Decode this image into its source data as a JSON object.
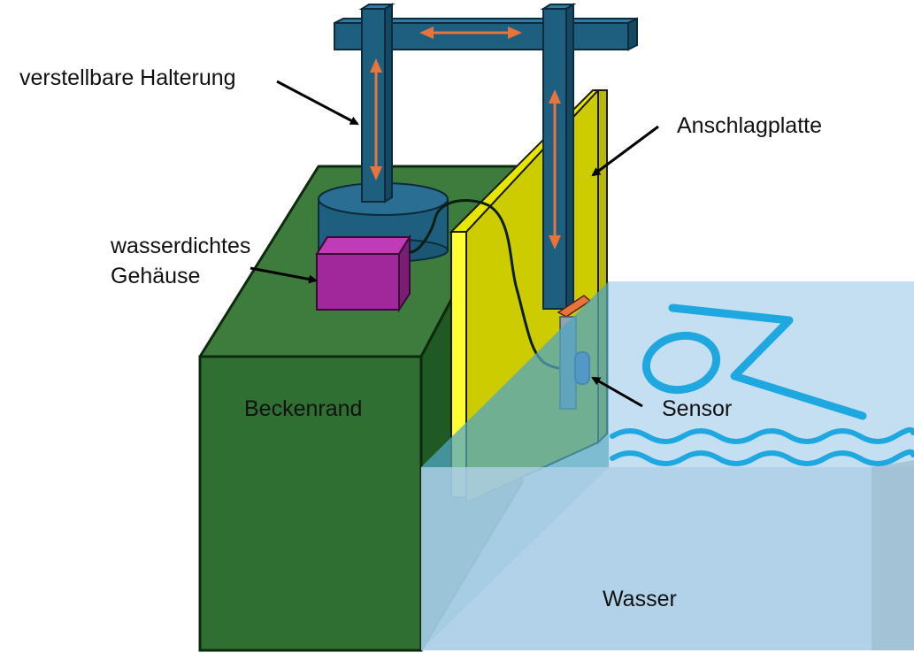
{
  "labels": {
    "halterung": "verstellbare Halterung",
    "anschlagplatte": "Anschlagplatte",
    "gehaeuse_line1": "wasserdichtes",
    "gehaeuse_line2": "Gehäuse",
    "beckenrand": "Beckenrand",
    "sensor": "Sensor",
    "wasser": "Wasser"
  },
  "colors": {
    "beckenrand": "#2f6f32",
    "beckenrand_top": "#3d7c3d",
    "holder": "#1e5f80",
    "arrow": "#e8743b",
    "plate": "#cccc00",
    "plate_edge": "#ffff33",
    "housing": "#a0289a",
    "water": "#a9cde6",
    "swimmer": "#1fa7e0"
  },
  "icons": [
    "swimmer-icon",
    "wave-icon"
  ]
}
